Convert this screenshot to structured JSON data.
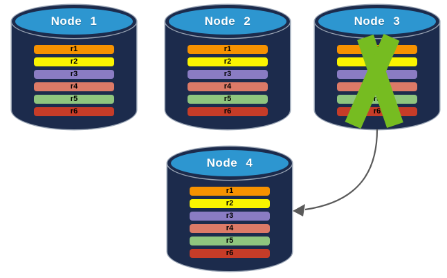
{
  "diagram": {
    "nodes": [
      {
        "id": "node-1",
        "label": "Node 1",
        "crossed_out": false
      },
      {
        "id": "node-2",
        "label": "Node 2",
        "crossed_out": false
      },
      {
        "id": "node-3",
        "label": "Node 3",
        "crossed_out": true
      },
      {
        "id": "node-4",
        "label": "Node 4",
        "crossed_out": false
      }
    ],
    "records": [
      {
        "label": "r1",
        "color": "#F69200"
      },
      {
        "label": "r2",
        "color": "#FAF400"
      },
      {
        "label": "r3",
        "color": "#8A7CC3"
      },
      {
        "label": "r4",
        "color": "#DC7A67"
      },
      {
        "label": "r5",
        "color": "#8FC57E"
      },
      {
        "label": "r6",
        "color": "#C63C28"
      }
    ],
    "colors": {
      "cylinder_body": "#1C2B4C",
      "cylinder_top": "#2D96D0",
      "cross_mark": "#76BC21",
      "arrow": "#5A5A5A"
    },
    "arrow": {
      "from": "Node 3",
      "to": "Node 4"
    }
  }
}
